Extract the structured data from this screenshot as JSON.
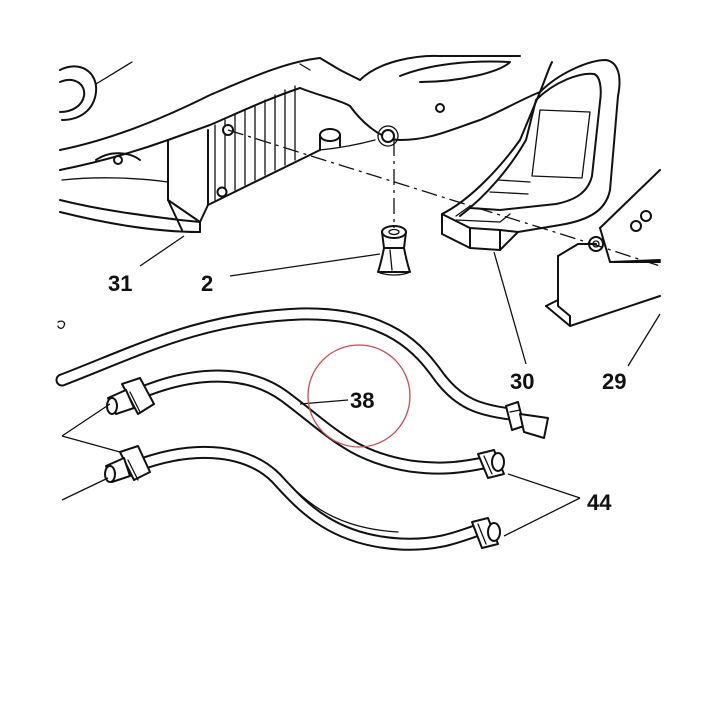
{
  "diagram": {
    "callouts": [
      {
        "id": "31",
        "label": "31"
      },
      {
        "id": "2",
        "label": "2"
      },
      {
        "id": "30",
        "label": "30"
      },
      {
        "id": "29",
        "label": "29"
      },
      {
        "id": "38",
        "label": "38"
      },
      {
        "id": "44",
        "label": "44"
      }
    ],
    "highlight_color": "#d04a55",
    "line_color": "#111111"
  }
}
